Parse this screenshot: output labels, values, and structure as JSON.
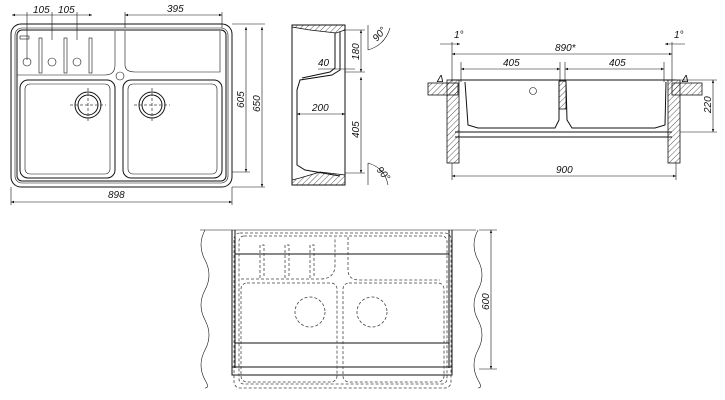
{
  "top_view": {
    "dim_tool_1": "105",
    "dim_tool_2": "105",
    "dim_drainer_width": "395",
    "dim_bowl_depth": "605",
    "dim_total_depth": "650",
    "dim_total_width": "898"
  },
  "side_section": {
    "dim_upper": "180",
    "dim_step": "40",
    "dim_bowl_depth": "200",
    "dim_bowl_height": "405",
    "angle_top": "90°",
    "angle_bottom": "90°"
  },
  "front_section": {
    "angle_left": "1°",
    "angle_right": "1°",
    "dim_cutout": "890*",
    "dim_bowl_left": "405",
    "dim_bowl_right": "405",
    "delta_left": "Δ",
    "delta_right": "Δ",
    "dim_height": "220",
    "dim_cabinet": "900"
  },
  "bottom_view": {
    "dim_depth": "600"
  }
}
